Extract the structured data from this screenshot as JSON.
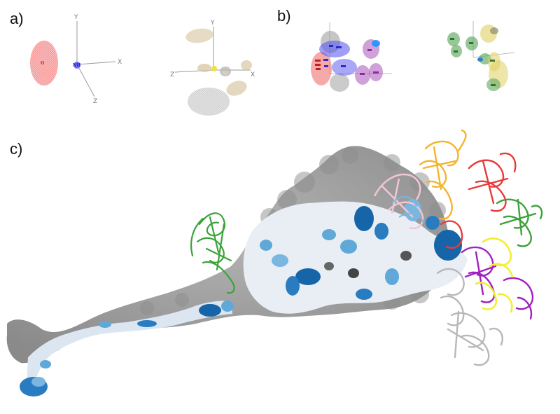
{
  "panels": {
    "a": {
      "label": "a)"
    },
    "b": {
      "label": "b)"
    },
    "c": {
      "label": "c)"
    }
  },
  "axes": {
    "x": "X",
    "y": "Y",
    "z": "Z"
  },
  "panel_a_left_labels": {
    "red_ellipsoid": "O",
    "blue_center": "NH"
  },
  "colors": {
    "red": "#f08a8a",
    "blue": "#6b6bff",
    "tan": "#d9c9a8",
    "grey": "#cfcfcf",
    "purple": "#c080d0",
    "green": "#70b070",
    "yellow": "#e6d870",
    "surface_grey": "#9a9a9a",
    "surface_light": "#e8eff8",
    "surface_mid": "#5fa8d8",
    "surface_dark": "#1565a8",
    "ribbon_green": "#3aa33a",
    "ribbon_orange": "#f4b42a",
    "ribbon_red": "#e83a3a",
    "ribbon_pink": "#f2c6d2",
    "ribbon_purple": "#a020c0",
    "ribbon_yellow": "#f2ee30",
    "ribbon_grey": "#b8b8b8"
  }
}
